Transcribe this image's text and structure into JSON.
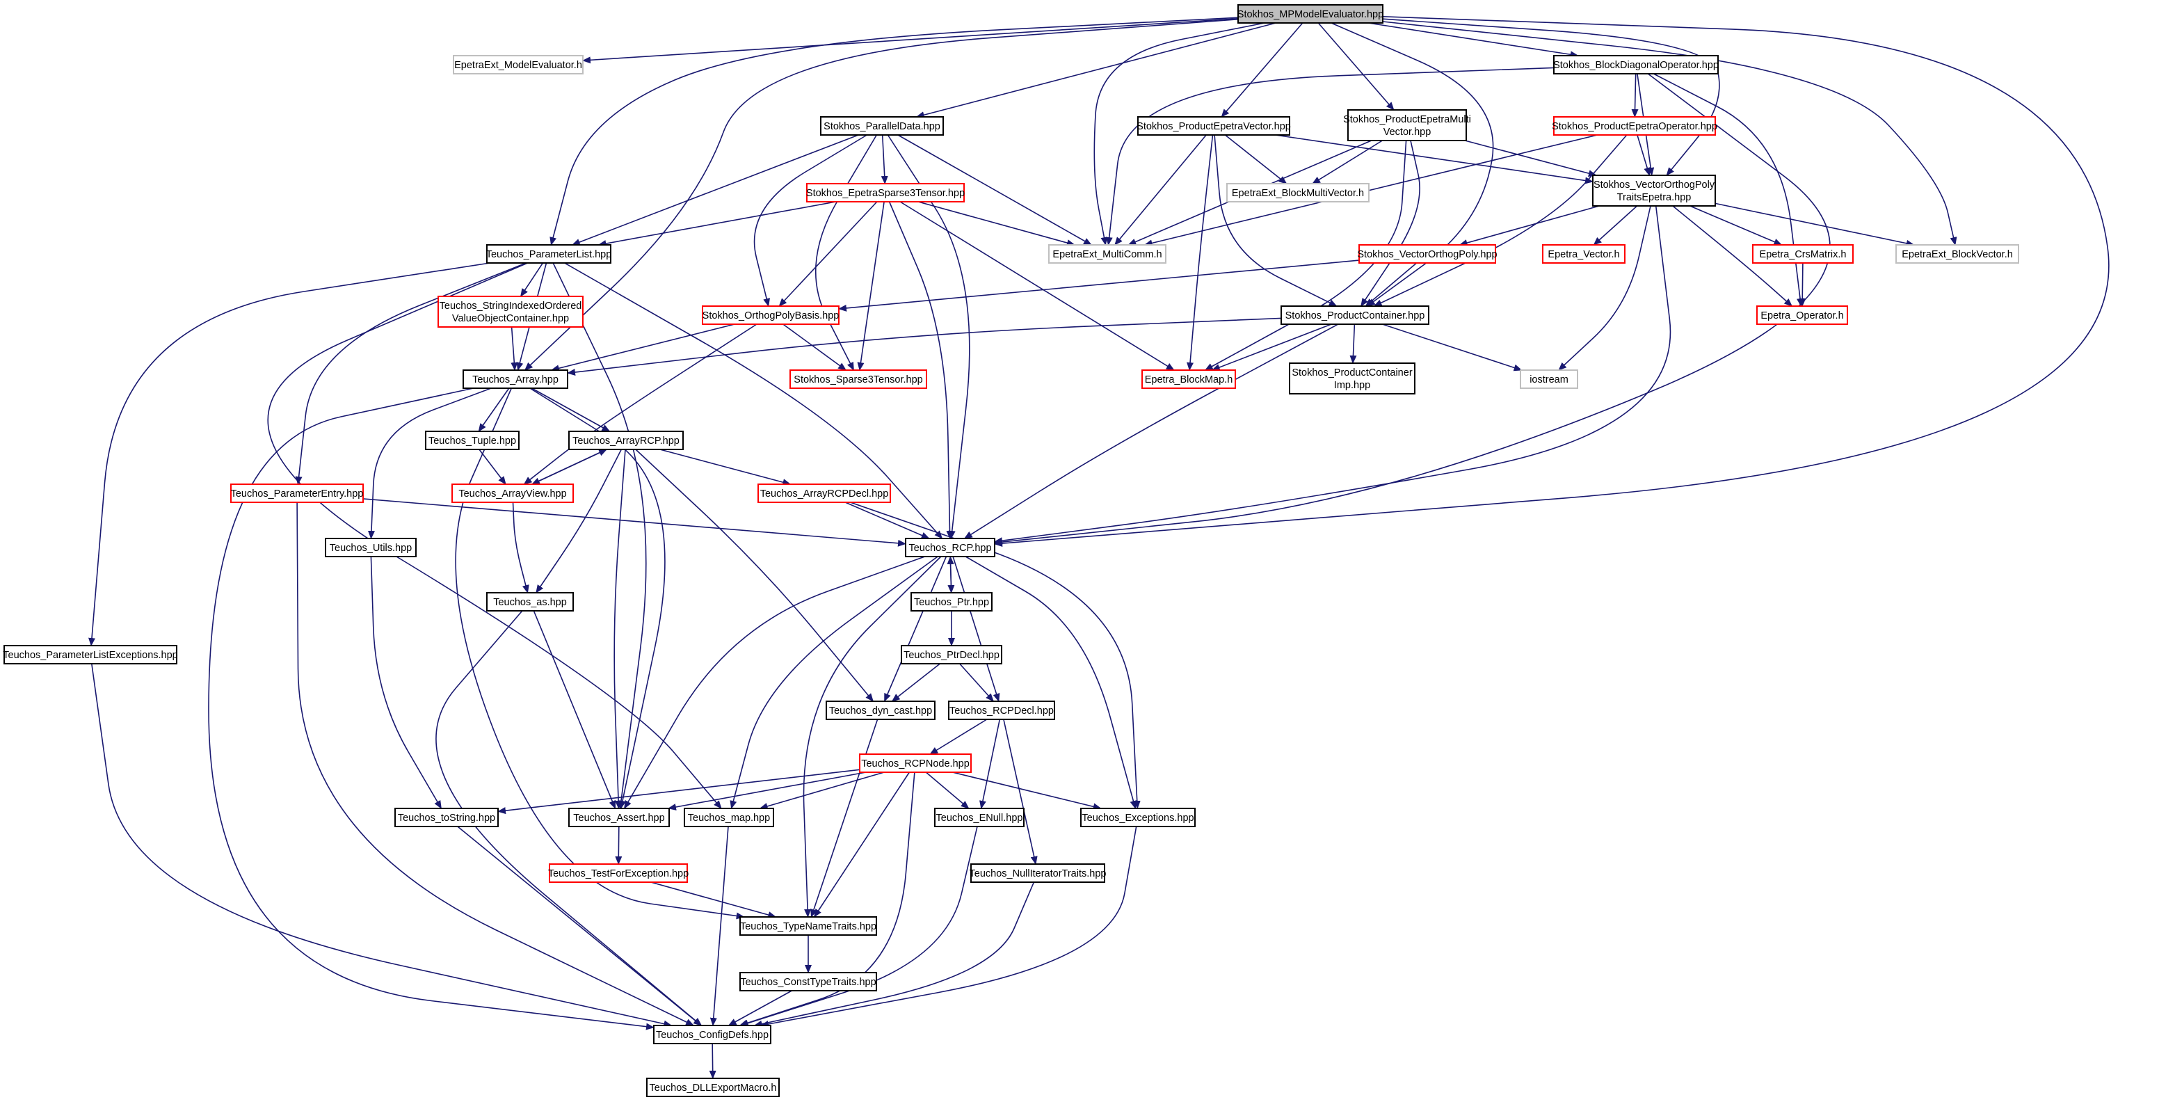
{
  "graph": {
    "colors": {
      "edge": "#191970",
      "normal_border": "#000000",
      "external_border": "#bfbfbf",
      "incomplete_border": "#ff0000",
      "root_fill": "#bfbfbf"
    },
    "nodes": [
      {
        "id": "mpme",
        "lines": [
          "Stokhos_MPModelEvaluator.hpp"
        ],
        "style": "root"
      },
      {
        "id": "epext_me",
        "lines": [
          "EpetraExt_ModelEvaluator.h"
        ],
        "style": "external"
      },
      {
        "id": "bdo",
        "lines": [
          "Stokhos_BlockDiagonalOperator.hpp"
        ],
        "style": "normal"
      },
      {
        "id": "pdata",
        "lines": [
          "Stokhos_ParallelData.hpp"
        ],
        "style": "normal"
      },
      {
        "id": "pev",
        "lines": [
          "Stokhos_ProductEpetraVector.hpp"
        ],
        "style": "normal"
      },
      {
        "id": "pemv",
        "lines": [
          "Stokhos_ProductEpetraMulti",
          "Vector.hpp"
        ],
        "style": "normal"
      },
      {
        "id": "peo",
        "lines": [
          "Stokhos_ProductEpetraOperator.hpp"
        ],
        "style": "incomplete"
      },
      {
        "id": "es3t",
        "lines": [
          "Stokhos_EpetraSparse3Tensor.hpp"
        ],
        "style": "incomplete"
      },
      {
        "id": "epext_bmv",
        "lines": [
          "EpetraExt_BlockMultiVector.h"
        ],
        "style": "external"
      },
      {
        "id": "vopte",
        "lines": [
          "Stokhos_VectorOrthogPoly",
          "TraitsEpetra.hpp"
        ],
        "style": "normal"
      },
      {
        "id": "plist",
        "lines": [
          "Teuchos_ParameterList.hpp"
        ],
        "style": "normal"
      },
      {
        "id": "epext_mc",
        "lines": [
          "EpetraExt_MultiComm.h"
        ],
        "style": "external"
      },
      {
        "id": "vop",
        "lines": [
          "Stokhos_VectorOrthogPoly.hpp"
        ],
        "style": "incomplete"
      },
      {
        "id": "evec",
        "lines": [
          "Epetra_Vector.h"
        ],
        "style": "incomplete"
      },
      {
        "id": "crs",
        "lines": [
          "Epetra_CrsMatrix.h"
        ],
        "style": "incomplete"
      },
      {
        "id": "epext_bv",
        "lines": [
          "EpetraExt_BlockVector.h"
        ],
        "style": "external"
      },
      {
        "id": "sivo",
        "lines": [
          "Teuchos_StringIndexedOrdered",
          "ValueObjectContainer.hpp"
        ],
        "style": "incomplete"
      },
      {
        "id": "opb",
        "lines": [
          "Stokhos_OrthogPolyBasis.hpp"
        ],
        "style": "incomplete"
      },
      {
        "id": "pc",
        "lines": [
          "Stokhos_ProductContainer.hpp"
        ],
        "style": "normal"
      },
      {
        "id": "eop",
        "lines": [
          "Epetra_Operator.h"
        ],
        "style": "incomplete"
      },
      {
        "id": "arr",
        "lines": [
          "Teuchos_Array.hpp"
        ],
        "style": "normal"
      },
      {
        "id": "s3t",
        "lines": [
          "Stokhos_Sparse3Tensor.hpp"
        ],
        "style": "incomplete"
      },
      {
        "id": "bmap",
        "lines": [
          "Epetra_BlockMap.h"
        ],
        "style": "incomplete"
      },
      {
        "id": "pcimp",
        "lines": [
          "Stokhos_ProductContainer",
          "Imp.hpp"
        ],
        "style": "normal"
      },
      {
        "id": "iostream",
        "lines": [
          "iostream"
        ],
        "style": "external"
      },
      {
        "id": "tuple",
        "lines": [
          "Teuchos_Tuple.hpp"
        ],
        "style": "normal"
      },
      {
        "id": "arcp",
        "lines": [
          "Teuchos_ArrayRCP.hpp"
        ],
        "style": "normal"
      },
      {
        "id": "pentry",
        "lines": [
          "Teuchos_ParameterEntry.hpp"
        ],
        "style": "incomplete"
      },
      {
        "id": "aview",
        "lines": [
          "Teuchos_ArrayView.hpp"
        ],
        "style": "incomplete"
      },
      {
        "id": "arcpd",
        "lines": [
          "Teuchos_ArrayRCPDecl.hpp"
        ],
        "style": "incomplete"
      },
      {
        "id": "utils",
        "lines": [
          "Teuchos_Utils.hpp"
        ],
        "style": "normal"
      },
      {
        "id": "rcp",
        "lines": [
          "Teuchos_RCP.hpp"
        ],
        "style": "normal"
      },
      {
        "id": "as",
        "lines": [
          "Teuchos_as.hpp"
        ],
        "style": "normal"
      },
      {
        "id": "ptr",
        "lines": [
          "Teuchos_Ptr.hpp"
        ],
        "style": "normal"
      },
      {
        "id": "plexc",
        "lines": [
          "Teuchos_ParameterListExceptions.hpp"
        ],
        "style": "normal"
      },
      {
        "id": "ptrd",
        "lines": [
          "Teuchos_PtrDecl.hpp"
        ],
        "style": "normal"
      },
      {
        "id": "dyn",
        "lines": [
          "Teuchos_dyn_cast.hpp"
        ],
        "style": "normal"
      },
      {
        "id": "rcpd",
        "lines": [
          "Teuchos_RCPDecl.hpp"
        ],
        "style": "normal"
      },
      {
        "id": "rcpn",
        "lines": [
          "Teuchos_RCPNode.hpp"
        ],
        "style": "incomplete"
      },
      {
        "id": "tostr",
        "lines": [
          "Teuchos_toString.hpp"
        ],
        "style": "normal"
      },
      {
        "id": "assert",
        "lines": [
          "Teuchos_Assert.hpp"
        ],
        "style": "normal"
      },
      {
        "id": "map",
        "lines": [
          "Teuchos_map.hpp"
        ],
        "style": "normal"
      },
      {
        "id": "enull",
        "lines": [
          "Teuchos_ENull.hpp"
        ],
        "style": "normal"
      },
      {
        "id": "exc",
        "lines": [
          "Teuchos_Exceptions.hpp"
        ],
        "style": "normal"
      },
      {
        "id": "tfe",
        "lines": [
          "Teuchos_TestForException.hpp"
        ],
        "style": "incomplete"
      },
      {
        "id": "nit",
        "lines": [
          "Teuchos_NullIteratorTraits.hpp"
        ],
        "style": "normal"
      },
      {
        "id": "tnt",
        "lines": [
          "Teuchos_TypeNameTraits.hpp"
        ],
        "style": "normal"
      },
      {
        "id": "ctt",
        "lines": [
          "Teuchos_ConstTypeTraits.hpp"
        ],
        "style": "normal"
      },
      {
        "id": "cdefs",
        "lines": [
          "Teuchos_ConfigDefs.hpp"
        ],
        "style": "normal"
      },
      {
        "id": "dll",
        "lines": [
          "Teuchos_DLLExportMacro.h"
        ],
        "style": "normal"
      }
    ]
  }
}
